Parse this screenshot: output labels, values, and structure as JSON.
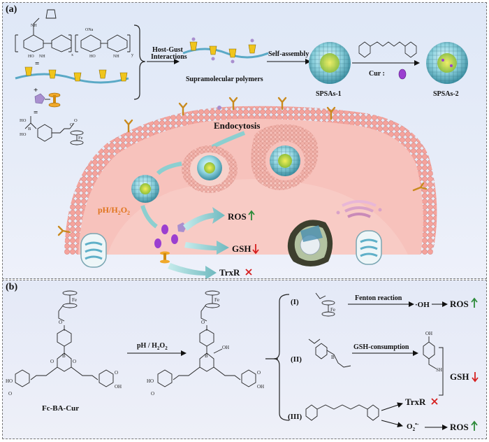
{
  "panel_a": {
    "label": "(a)",
    "host_guest": [
      "Host-Gust",
      "Interactions"
    ],
    "supramolecular": "Supramolecular polymers",
    "self_assembly": "Self-assembly",
    "spsas1": "SPSAs-1",
    "spsas2": "SPSAs-2",
    "cur": "Cur :",
    "endocytosis": "Endocytosis",
    "ph": "pH/H",
    "ph_sub": "2",
    "ph_o": "O",
    "ph_sub2": "2",
    "ros": "ROS",
    "gsh": "GSH",
    "trxr": "TrxR"
  },
  "panel_b": {
    "label": "(b)",
    "fc_ba_cur": "Fc-BA-Cur",
    "ph_arrow": "pH / H",
    "ph_arrow_sub": "2",
    "ph_arrow_o": "O",
    "ph_arrow_sub2": "2",
    "route_i": "(I)",
    "route_ii": "(II)",
    "route_iii": "(III)",
    "fenton": "Fenton reaction",
    "oh": "·OH",
    "ros1": "ROS",
    "gsh_consumption": "GSH-consumption",
    "gsh": "GSH",
    "trxr": "TrxR",
    "o2": "O",
    "o2_sub": "2",
    "o2_sup": "•-",
    "ros2": "ROS",
    "sh": "SH",
    "fe": "Fe"
  },
  "colors": {
    "membrane": "#f2a7a2",
    "cell_inner": "#f8c3be",
    "arrow_teal": "#7fc3c6",
    "up_green": "#2e8b3a",
    "down_red": "#d61f1f"
  }
}
